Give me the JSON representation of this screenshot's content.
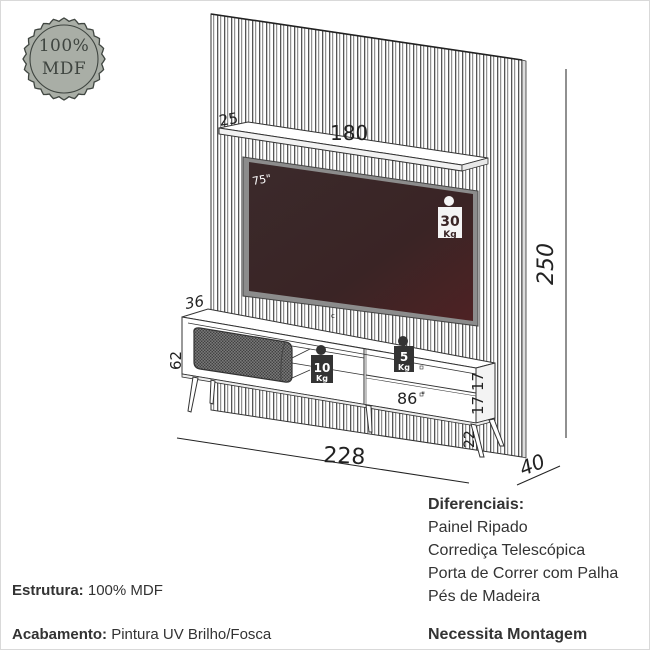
{
  "badge": {
    "line1": "100%",
    "line2": "MDF",
    "color": "#a9aea6",
    "border_color": "#3f4540"
  },
  "tv": {
    "size_label": "75\"",
    "weight_value": "30",
    "weight_unit": "Kg",
    "screen_color": "#3a2526"
  },
  "dimensions": {
    "shelf_depth": "25",
    "shelf_width": "180",
    "total_height": "250",
    "rack_depth": "36",
    "rack_height": "62",
    "total_width": "228",
    "total_depth": "40",
    "drawer_width": "86",
    "drawer_height_top": "17",
    "drawer_height_bottom": "17",
    "leg_height": "22"
  },
  "weights": {
    "niche": {
      "value": "10",
      "unit": "Kg"
    },
    "drawer": {
      "value": "5",
      "unit": "Kg"
    }
  },
  "features": {
    "title": "Diferenciais:",
    "items": [
      "Painel Ripado",
      "Corrediça Telescópica",
      "Porta de Correr com Palha",
      "Pés de Madeira"
    ],
    "assembly": "Necessita Montagem"
  },
  "specs": {
    "structure_label": "Estrutura:",
    "structure_value": "100% MDF",
    "finish_label": "Acabamento:",
    "finish_value": "Pintura UV Brilho/Fosca"
  }
}
